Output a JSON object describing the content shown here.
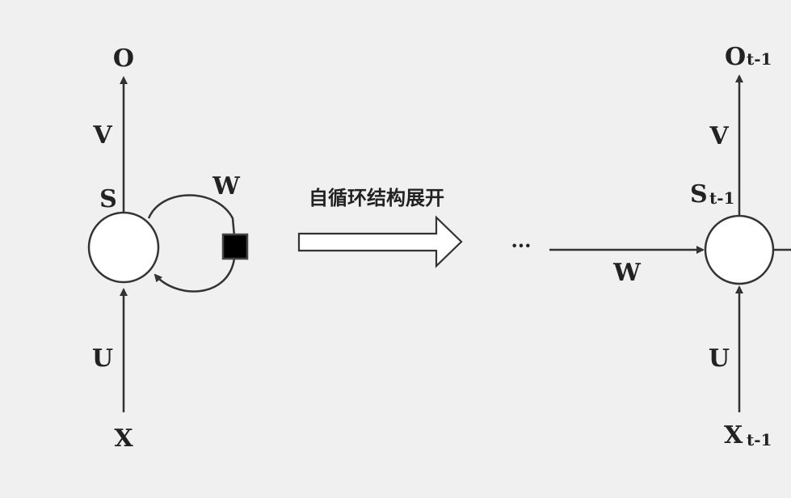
{
  "left": {
    "output": "O",
    "v": "V",
    "state": "S",
    "w": "W",
    "u": "U",
    "input": "X"
  },
  "arrow_caption": "自循环结构展开",
  "right": {
    "ellipsis": "···",
    "w": "W",
    "output_base": "O",
    "output_sub": "t-1",
    "v": "V",
    "state_base": "S",
    "state_sub": "t-1",
    "u": "U",
    "input_base": "X",
    "input_sub": "t-1"
  }
}
